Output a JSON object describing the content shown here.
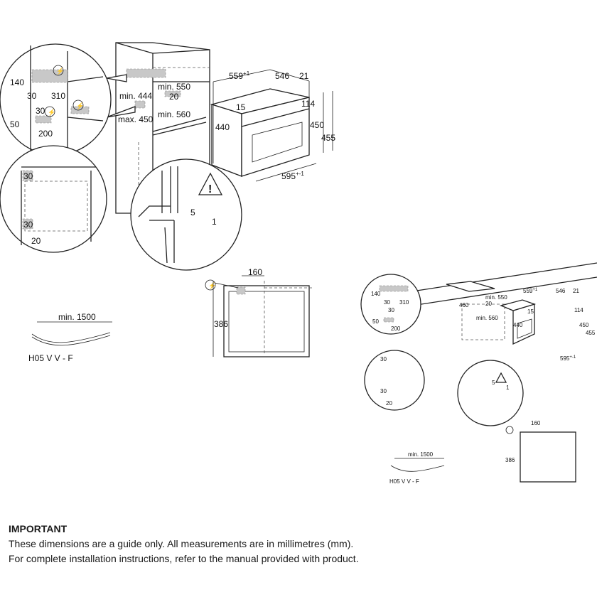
{
  "diagram_large": {
    "detail_top": {
      "d140": "140",
      "d30a": "30",
      "d310": "310",
      "d30b": "30",
      "d50": "50",
      "d200": "200"
    },
    "cabinet": {
      "min444": "min. 444",
      "max450": "max. 450",
      "min550": "min. 550",
      "d20": "20",
      "min560": "min. 560"
    },
    "oven": {
      "depth": "559",
      "depth_tol": "+1",
      "d546": "546",
      "d21": "21",
      "d15": "15",
      "d114": "114",
      "d440": "440",
      "d450": "450",
      "d455": "455",
      "width": "595",
      "width_tol": "+-1"
    },
    "detail_bottom_left": {
      "d30a": "30",
      "d30b": "30",
      "d20": "20"
    },
    "detail_bottom_right": {
      "d5": "5",
      "d1": "1"
    },
    "connection": {
      "d160": "160",
      "d386": "386"
    },
    "cable": {
      "min_length": "min. 1500",
      "type": "H05 V V - F"
    }
  },
  "diagram_small": {
    "detail_top": {
      "d140": "140",
      "d30a": "30",
      "d310": "310",
      "d30b": "30",
      "d50": "50",
      "d200": "200"
    },
    "cabinet": {
      "d460": "460",
      "min550": "min. 550",
      "d20": "20",
      "min560": "min. 560"
    },
    "oven": {
      "depth": "559",
      "depth_tol": "+1",
      "d546": "546",
      "d21": "21",
      "d15": "15",
      "d114": "114",
      "d440": "440",
      "d450": "450",
      "d455": "455",
      "width": "595",
      "width_tol": "+-1"
    },
    "detail_bottom_left": {
      "d30a": "30",
      "d30b": "30",
      "d20": "20"
    },
    "detail_bottom_right": {
      "d5": "5",
      "d1": "1"
    },
    "connection": {
      "d160": "160",
      "d386": "386"
    },
    "cable": {
      "min_length": "min. 1500",
      "type": "H05 V V - F"
    }
  },
  "note": {
    "heading": "IMPORTANT",
    "line1": "These dimensions are a guide only. All measurements are in millimetres (mm).",
    "line2": "For complete installation instructions, refer to the manual provided with product."
  }
}
